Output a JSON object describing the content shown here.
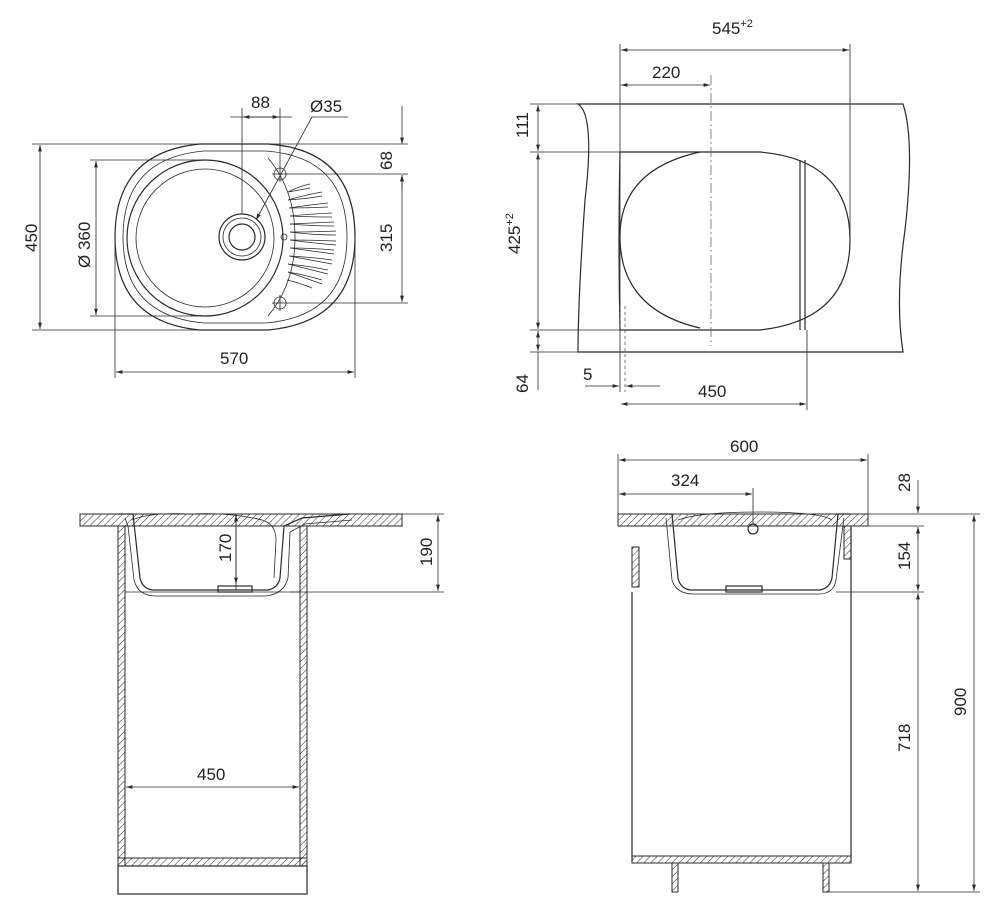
{
  "top_view": {
    "dim_diameter_bowl": "Ø 360",
    "dim_overall_width": "570",
    "dim_overall_height": "450",
    "dim_drain_offset": "88",
    "dim_hole_diameter": "Ø35",
    "dim_tap_offset": "68",
    "dim_drainboard": "315"
  },
  "cutout_view": {
    "dim_width_value": "545",
    "dim_width_tolerance": "+2",
    "dim_center": "220",
    "dim_top_margin": "111",
    "dim_height_value": "425",
    "dim_height_tolerance": "+2",
    "dim_bottom_margin": "64",
    "dim_gap": "5",
    "dim_cabinet": "450"
  },
  "front_view": {
    "dim_bowl_depth": "170",
    "dim_total_depth": "190",
    "dim_cabinet_width": "450"
  },
  "side_view": {
    "dim_countertop_depth": "600",
    "dim_drain_position": "324",
    "dim_countertop_thickness": "28",
    "dim_under_depth": "154",
    "dim_cabinet_height": "718",
    "dim_total_height": "900"
  }
}
